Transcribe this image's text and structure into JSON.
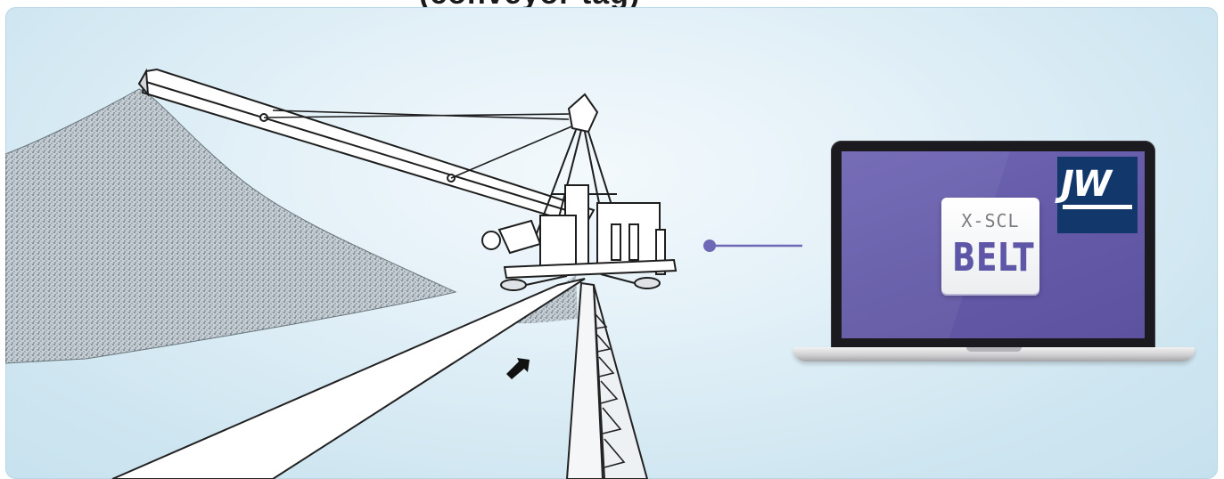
{
  "header": {
    "title_fragment": "(conveyor tag)"
  },
  "scene": {
    "illustration": "radial-stacker-conveyor",
    "connector": "link-line"
  },
  "laptop": {
    "app_tile": {
      "line1": "X-SCL",
      "line2": "BELT"
    },
    "logo": {
      "text": "JW"
    }
  },
  "colors": {
    "background": "#d9ecf6",
    "screen": "#645aa8",
    "logo_bg": "#12376b",
    "accent": "#6e68b6"
  },
  "icons": [
    "arrow-icon"
  ]
}
